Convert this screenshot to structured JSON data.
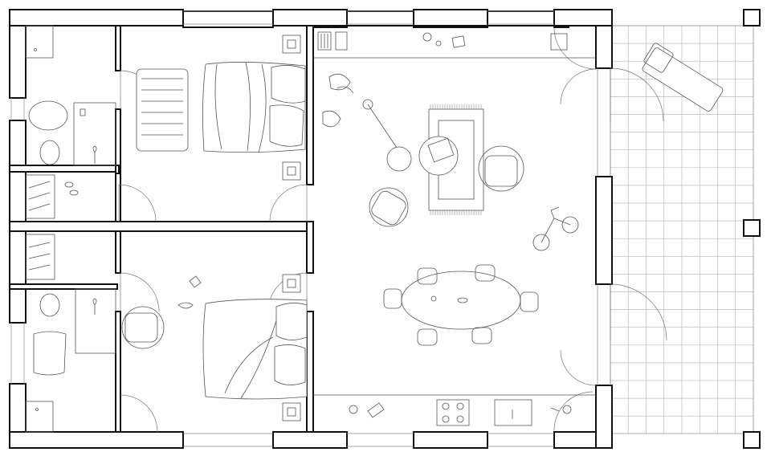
{
  "plan": {
    "rooms": [
      "bathroom-1",
      "bedroom-1",
      "laundry-1",
      "laundry-2",
      "bathroom-2",
      "bedroom-2",
      "living-dining-kitchen",
      "terrace"
    ],
    "colors": {
      "wall": "#111111",
      "line": "#555555",
      "grid": "#bbbbbb",
      "background": "#ffffff"
    }
  }
}
